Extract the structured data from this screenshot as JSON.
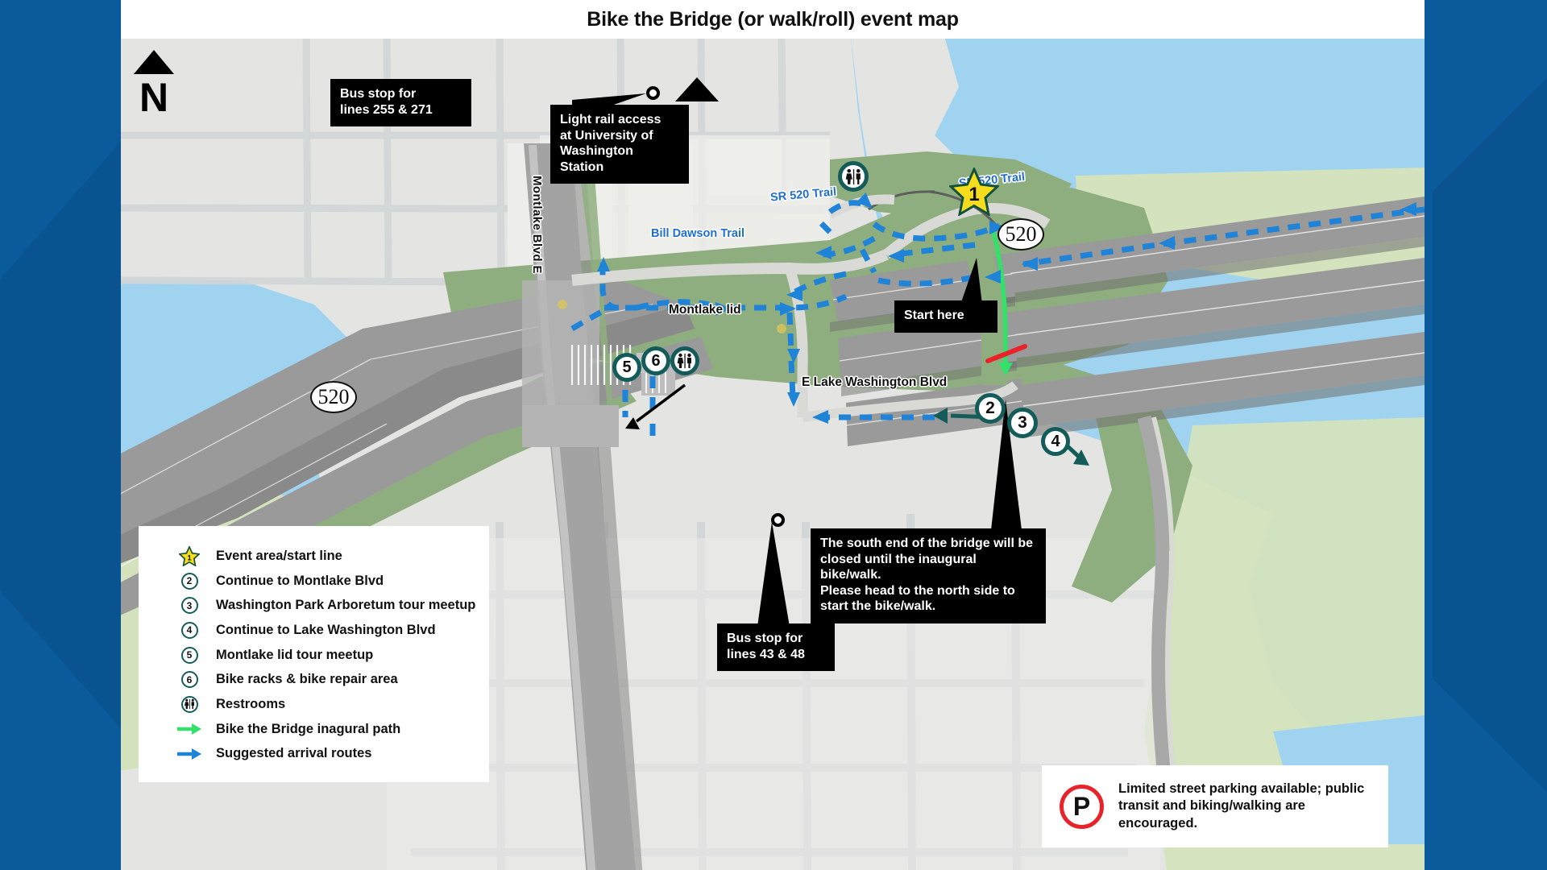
{
  "header": {
    "title": "Bike the Bridge (or walk/roll) event map"
  },
  "map": {
    "north_label": "N",
    "labels": [
      {
        "name": "montlake-blvd-e",
        "text": "Montlake Blvd E"
      },
      {
        "name": "bill-dawson-trail",
        "text": "Bill Dawson Trail"
      },
      {
        "name": "sr-520-trail-west",
        "text": "SR 520 Trail"
      },
      {
        "name": "sr-520-trail-east",
        "text": "SR 520 Trail"
      },
      {
        "name": "montlake-lid",
        "text": "Montlake lid"
      },
      {
        "name": "e-lake-washington-blvd",
        "text": "E Lake Washington Blvd"
      }
    ],
    "shields": [
      {
        "name": "route-shield-520-west",
        "text": "520"
      },
      {
        "name": "route-shield-520-east",
        "text": "520"
      }
    ],
    "markers": [
      {
        "name": "map-marker-1",
        "text": "1"
      },
      {
        "name": "map-marker-2",
        "text": "2"
      },
      {
        "name": "map-marker-3",
        "text": "3"
      },
      {
        "name": "map-marker-4",
        "text": "4"
      },
      {
        "name": "map-marker-5",
        "text": "5"
      },
      {
        "name": "map-marker-6",
        "text": "6"
      }
    ],
    "callouts": [
      {
        "name": "callout-bus-stop-north",
        "text": "Bus stop for\nlines 255 & 271"
      },
      {
        "name": "callout-light-rail",
        "text": "Light rail access\nat University of\nWashington\nStation"
      },
      {
        "name": "callout-start-here",
        "text": "Start here"
      },
      {
        "name": "callout-south-closed",
        "text": "The south end of the bridge will be\nclosed until the inaugural bike/walk.\nPlease head to the north side to\nstart the bike/walk."
      },
      {
        "name": "callout-bus-stop-south",
        "text": "Bus stop for\nlines 43 & 48"
      }
    ]
  },
  "legend": {
    "items": [
      {
        "icon": "star-icon",
        "badge": "1",
        "label": "Event area/start line"
      },
      {
        "icon": "circle-2-icon",
        "badge": "2",
        "label": "Continue to Montlake Blvd"
      },
      {
        "icon": "circle-3-icon",
        "badge": "3",
        "label": "Washington Park Arboretum tour meetup"
      },
      {
        "icon": "circle-4-icon",
        "badge": "4",
        "label": "Continue to Lake Washington Blvd"
      },
      {
        "icon": "circle-5-icon",
        "badge": "5",
        "label": "Montlake lid tour meetup"
      },
      {
        "icon": "circle-6-icon",
        "badge": "6",
        "label": "Bike racks & bike repair area"
      },
      {
        "icon": "restroom-icon",
        "badge": "",
        "label": "Restrooms"
      },
      {
        "icon": "green-arrow-icon",
        "badge": "",
        "label": "Bike the Bridge inagural path"
      },
      {
        "icon": "blue-arrow-icon",
        "badge": "",
        "label": "Suggested arrival routes"
      }
    ]
  },
  "parking": {
    "symbol": "P",
    "text": "Limited street parking available; public transit and biking/walking are encouraged."
  },
  "colors": {
    "chrome_blue": "#0a5a9c",
    "water": "#9fd3f0",
    "park_green": "#8fae80",
    "light_green": "#d4e3bd",
    "land": "#e4e4e2",
    "road_gray": "#9a9a9a",
    "marker_teal": "#145c5a",
    "star_yellow": "#f5dd1e",
    "trail_blue": "#1f83d8",
    "inaugural_green": "#33e06a",
    "parking_red": "#e8232a"
  }
}
